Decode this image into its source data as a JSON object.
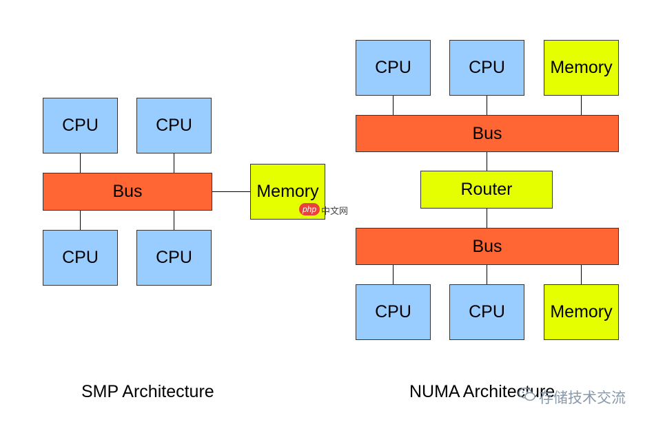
{
  "colors": {
    "cpu": "#99ccff",
    "bus": "#ff6633",
    "memory": "#e6ff00",
    "border": "#333333",
    "line": "#000000"
  },
  "smp": {
    "caption": "SMP Architecture",
    "cpu_top_left": "CPU",
    "cpu_top_right": "CPU",
    "bus": "Bus",
    "memory": "Memory",
    "cpu_bottom_left": "CPU",
    "cpu_bottom_right": "CPU"
  },
  "numa": {
    "caption": "NUMA Architecture",
    "top_cpu_1": "CPU",
    "top_cpu_2": "CPU",
    "top_memory": "Memory",
    "top_bus": "Bus",
    "router": "Router",
    "bottom_bus": "Bus",
    "bottom_cpu_1": "CPU",
    "bottom_cpu_2": "CPU",
    "bottom_memory": "Memory"
  },
  "watermarks": {
    "site_badge": "php",
    "site_name": "中文网",
    "wechat_account": "存储技术交流",
    "wechat_icon": "wechat-icon"
  }
}
